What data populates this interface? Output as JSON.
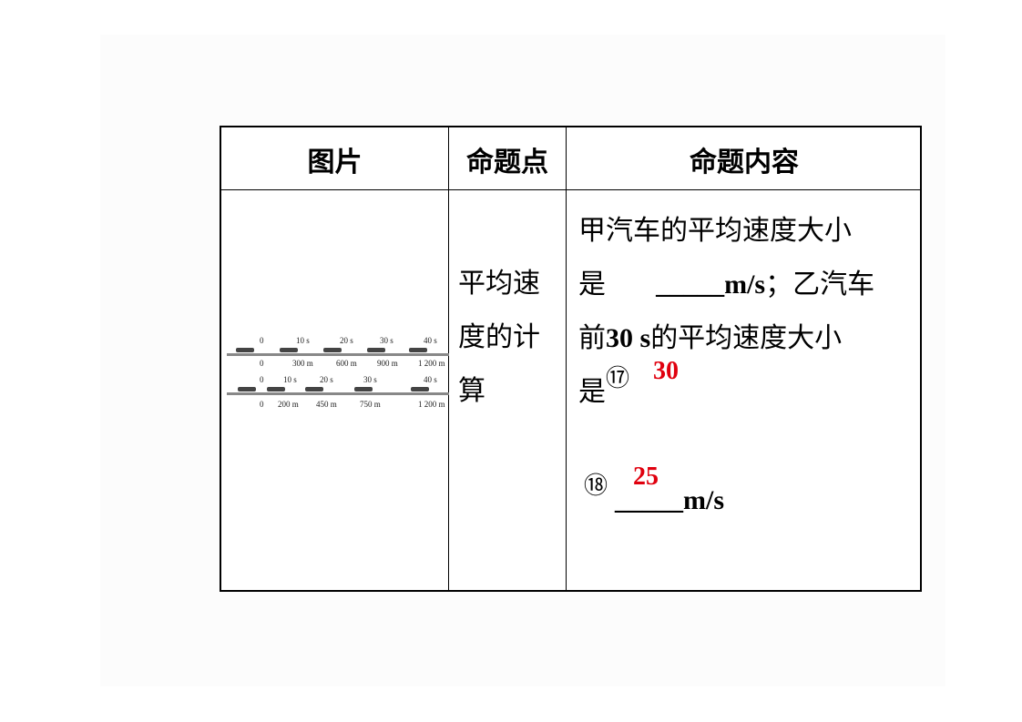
{
  "table": {
    "headers": [
      "图片",
      "命题点",
      "命题内容"
    ],
    "topic": [
      "平均速",
      "度的计",
      "算"
    ],
    "content": {
      "line1": "甲汽车的平均速度大小",
      "line2_prefix": "是",
      "line2_blank": "_____",
      "line2_suffix_bold": "m/s",
      "line2_tail": "；乙汽车",
      "line3_prefix": "前",
      "line3_bold": "30 s",
      "line3_tail": "的平均速度大小",
      "line4": "是",
      "blank2": "_____",
      "unit2": "m/s",
      "marker1": "⑰",
      "answer1": "30",
      "marker2": "⑱",
      "answer2": "25"
    }
  },
  "figure": {
    "car_a": {
      "times": [
        "0",
        "10 s",
        "20 s",
        "30 s",
        "40 s"
      ],
      "distances": [
        "0",
        "300 m",
        "600 m",
        "900 m",
        "1 200 m"
      ]
    },
    "car_b": {
      "times": [
        "0",
        "10 s",
        "20 s",
        "30 s",
        "40 s"
      ],
      "distances": [
        "0",
        "200 m",
        "450 m",
        "750 m",
        "1 200 m"
      ]
    }
  }
}
